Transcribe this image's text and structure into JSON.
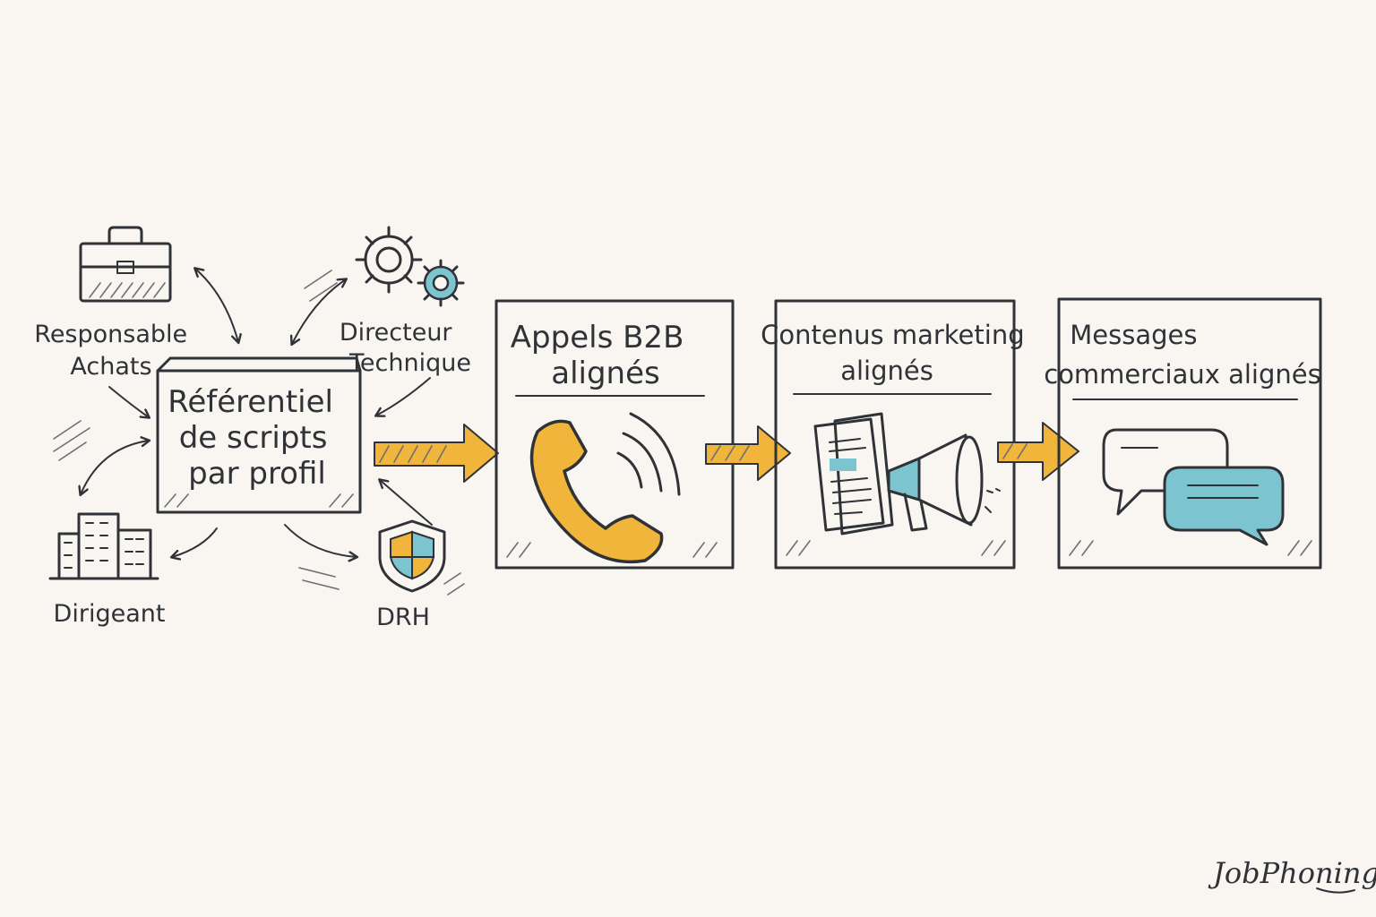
{
  "hub": {
    "lines": [
      "Référentiel",
      "de scripts",
      "par profil"
    ]
  },
  "profiles": {
    "purchasing": {
      "lines": [
        "Responsable",
        "Achats"
      ],
      "icon": "briefcase-icon"
    },
    "technical": {
      "lines": [
        "Directeur",
        "Technique"
      ],
      "icon": "gears-icon"
    },
    "executive": {
      "lines": [
        "Dirigeant"
      ],
      "icon": "building-icon"
    },
    "hr": {
      "lines": [
        "DRH"
      ],
      "icon": "shield-icon"
    }
  },
  "steps": [
    {
      "lines": [
        "Appels B2B",
        "alignés"
      ],
      "icon": "phone-icon"
    },
    {
      "lines": [
        "Contenus marketing",
        "alignés"
      ],
      "icon": "megaphone-document-icon"
    },
    {
      "lines": [
        "Messages",
        "commerciaux alignés"
      ],
      "icon": "chat-bubbles-icon"
    }
  ],
  "brand": {
    "logo_text": "JobPhoning"
  },
  "colors": {
    "accent_orange": "#f0b53a",
    "accent_teal": "#7cc4cf",
    "ink": "#2f3338",
    "background": "#f9f6f1"
  }
}
